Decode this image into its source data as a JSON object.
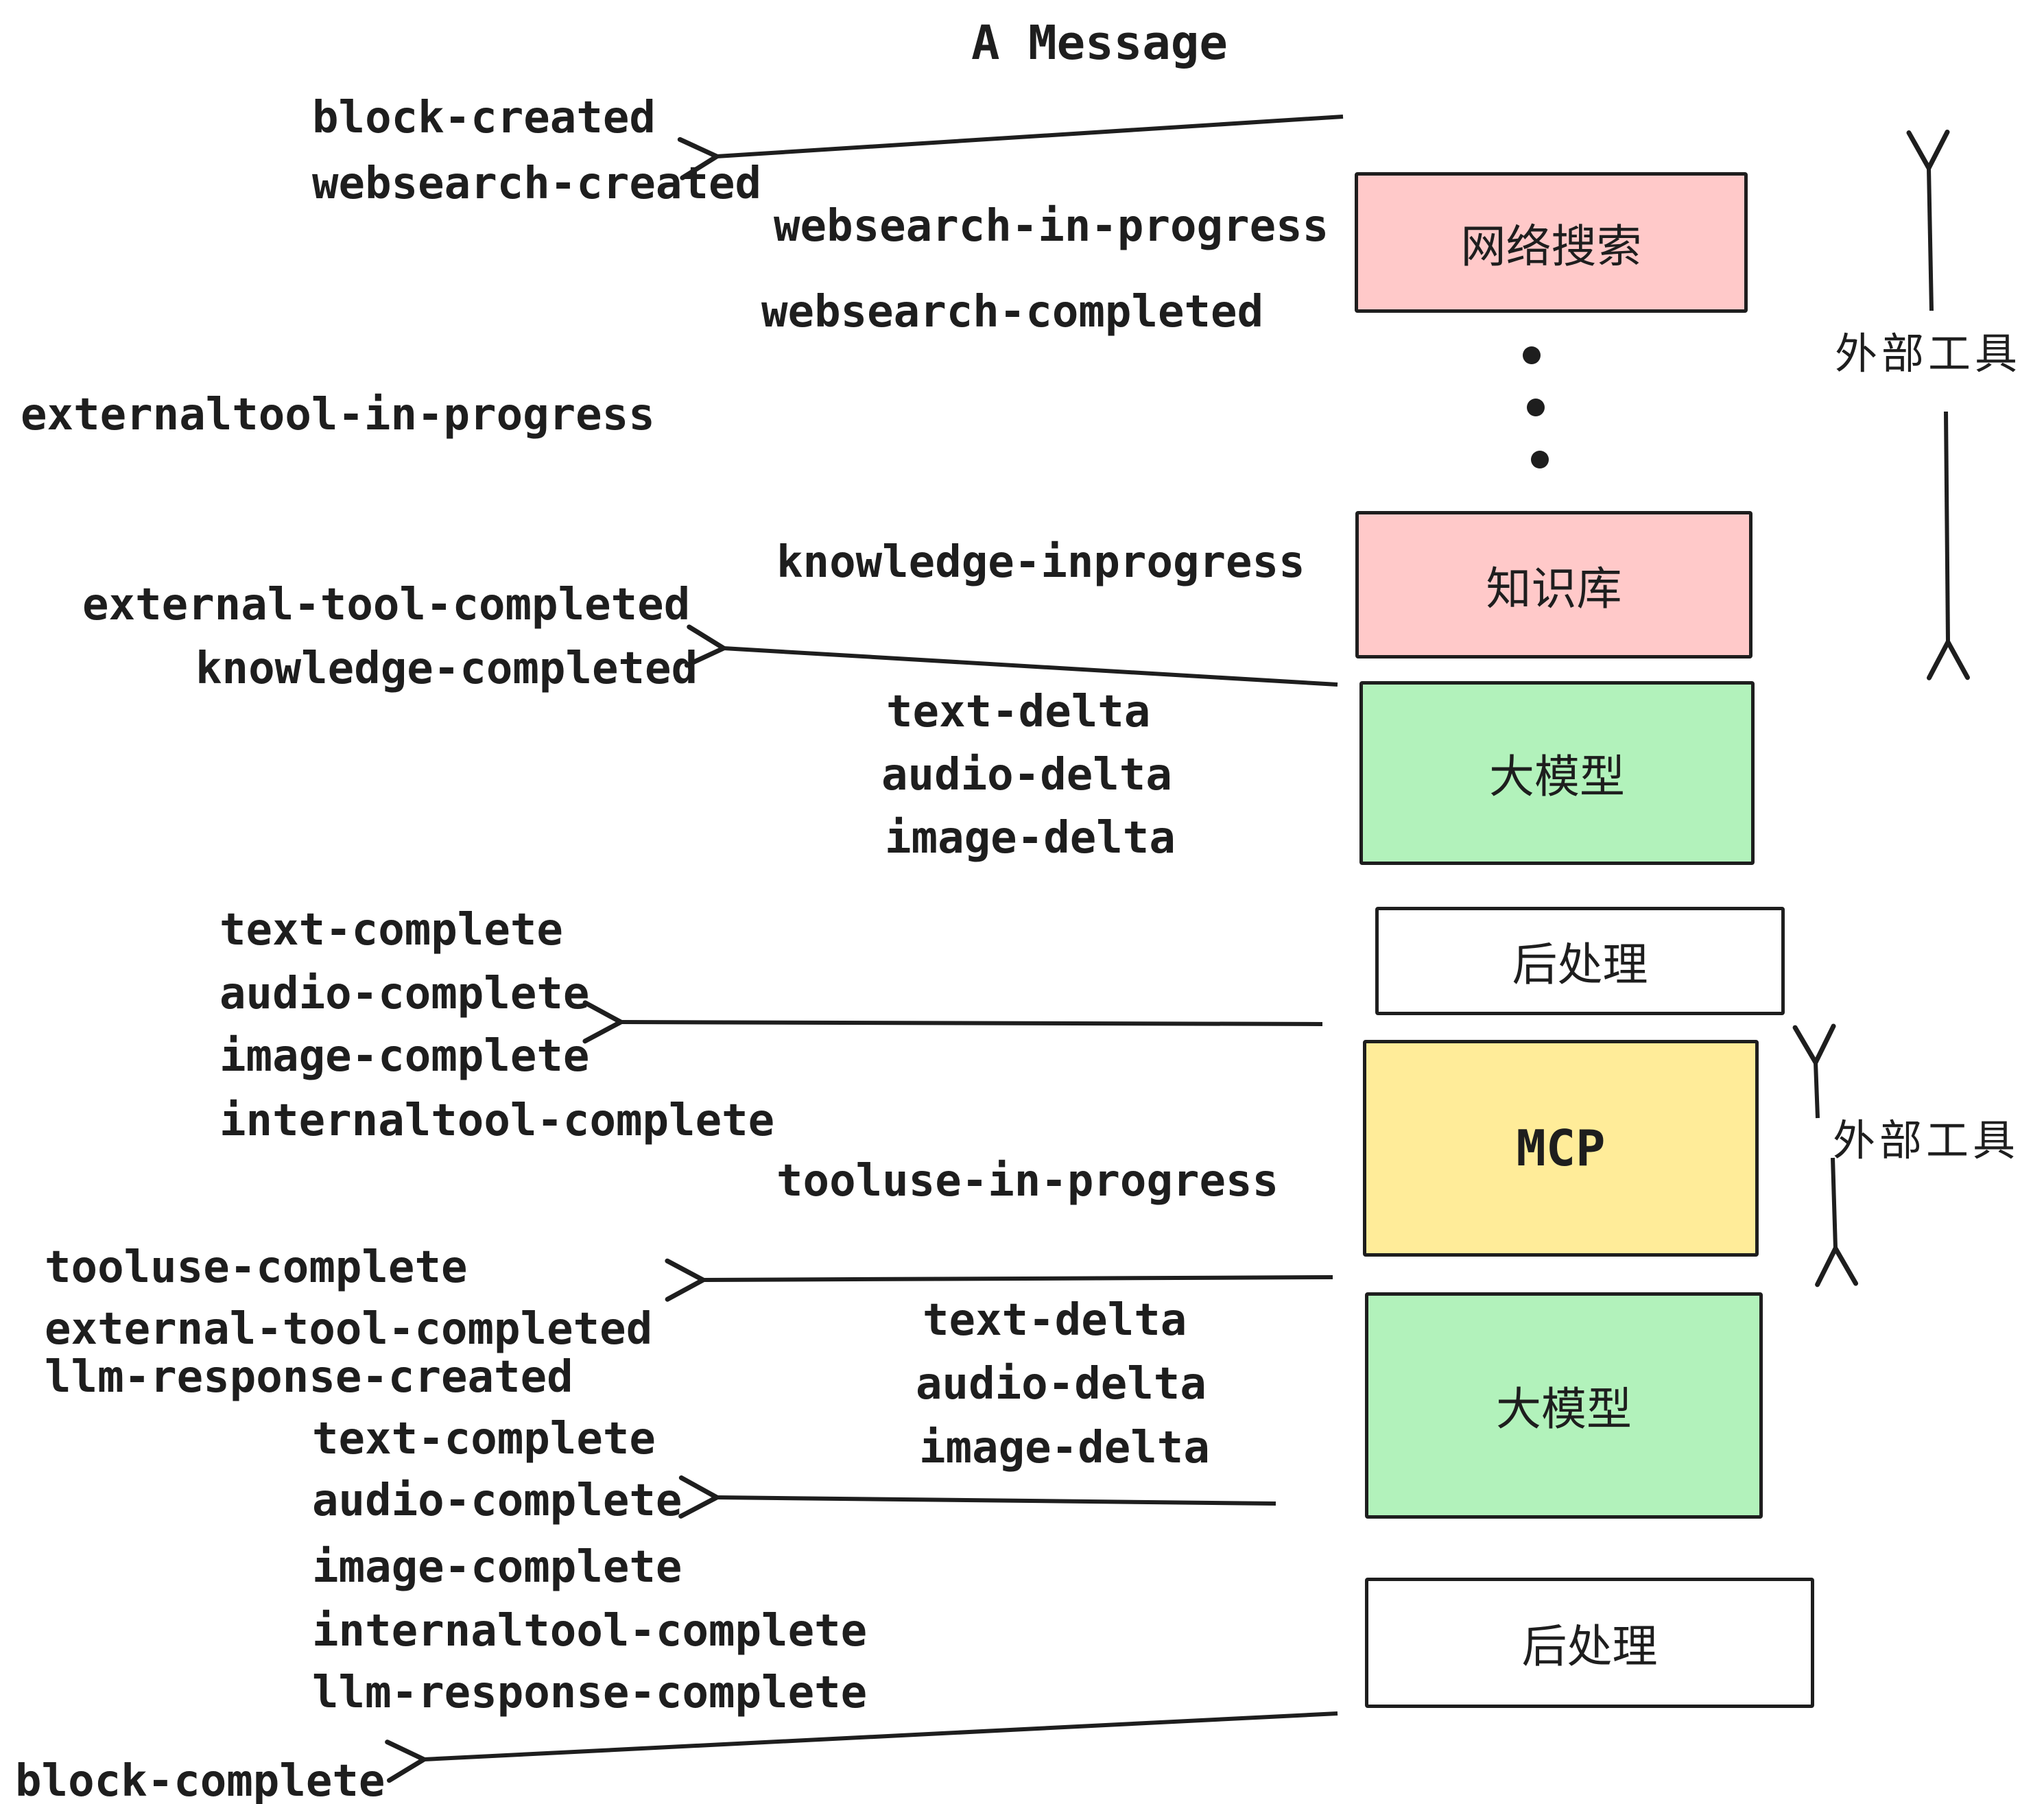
{
  "title": "A Message",
  "boxes": [
    {
      "id": "websearch",
      "label": "网络搜索",
      "color": "#FFC9C9"
    },
    {
      "id": "knowledge",
      "label": "知识库",
      "color": "#FFC9C9"
    },
    {
      "id": "llm-1",
      "label": "大模型",
      "color": "#B2F2BB"
    },
    {
      "id": "postprocess-1",
      "label": "后处理",
      "color": "#FFFFFF"
    },
    {
      "id": "mcp",
      "label": "MCP",
      "color": "#FFEC99"
    },
    {
      "id": "llm-2",
      "label": "大模型",
      "color": "#B2F2BB"
    },
    {
      "id": "postprocess-2",
      "label": "后处理",
      "color": "#FFFFFF"
    }
  ],
  "events": [
    {
      "label": "block-created"
    },
    {
      "label": "websearch-created"
    },
    {
      "label": "websearch-in-progress"
    },
    {
      "label": "websearch-completed"
    },
    {
      "label": "externaltool-in-progress"
    },
    {
      "label": "knowledge-inprogress"
    },
    {
      "label": "external-tool-completed"
    },
    {
      "label": "knowledge-completed"
    },
    {
      "label": "text-delta"
    },
    {
      "label": "audio-delta"
    },
    {
      "label": "image-delta"
    },
    {
      "label": "text-complete"
    },
    {
      "label": "audio-complete"
    },
    {
      "label": "image-complete"
    },
    {
      "label": "internaltool-complete"
    },
    {
      "label": "tooluse-in-progress"
    },
    {
      "label": "tooluse-complete"
    },
    {
      "label": "external-tool-completed"
    },
    {
      "label": "llm-response-created"
    },
    {
      "label": "text-complete"
    },
    {
      "label": "audio-complete"
    },
    {
      "label": "image-complete"
    },
    {
      "label": "internaltool-complete"
    },
    {
      "label": "llm-response-complete"
    },
    {
      "label": "block-complete"
    },
    {
      "label": "text-delta"
    },
    {
      "label": "audio-delta"
    },
    {
      "label": "image-delta"
    }
  ],
  "annotations": {
    "external_tools_top": "外部工具",
    "external_tools_mcp": "外部工具"
  },
  "decorations": {
    "ellipsis_icon": "vertical-ellipsis (3 dots)",
    "arrow_style": "open left arrowheads, hand-drawn lines"
  },
  "colors": {
    "ink": "#1E1E1E",
    "background": "#FFFFFF",
    "box_pink": "#FFC9C9",
    "box_green": "#B2F2BB",
    "box_yellow": "#FFEC99",
    "box_white": "#FFFFFF"
  }
}
